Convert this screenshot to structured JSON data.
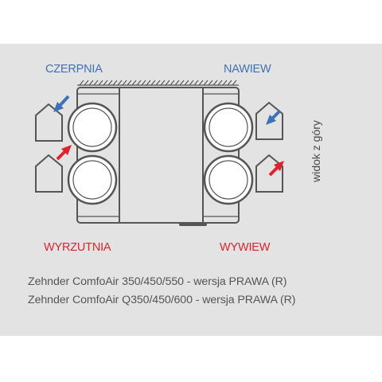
{
  "labels": {
    "top_left": "CZERPNIA",
    "top_right": "NAWIEW",
    "bottom_left": "WYRZUTNIA",
    "bottom_right": "WYWIEW"
  },
  "side_note": "widok z góry",
  "captions": [
    "Zehnder ComfoAir 350/450/550 - wersja PRAWA (R)",
    "Zehnder ComfoAir Q350/450/600 - wersja PRAWA (R)"
  ],
  "colors": {
    "background": "#e3e3e3",
    "outline": "#555555",
    "supply_arrow": "#3e72b6",
    "exhaust_arrow": "#e0222c"
  }
}
